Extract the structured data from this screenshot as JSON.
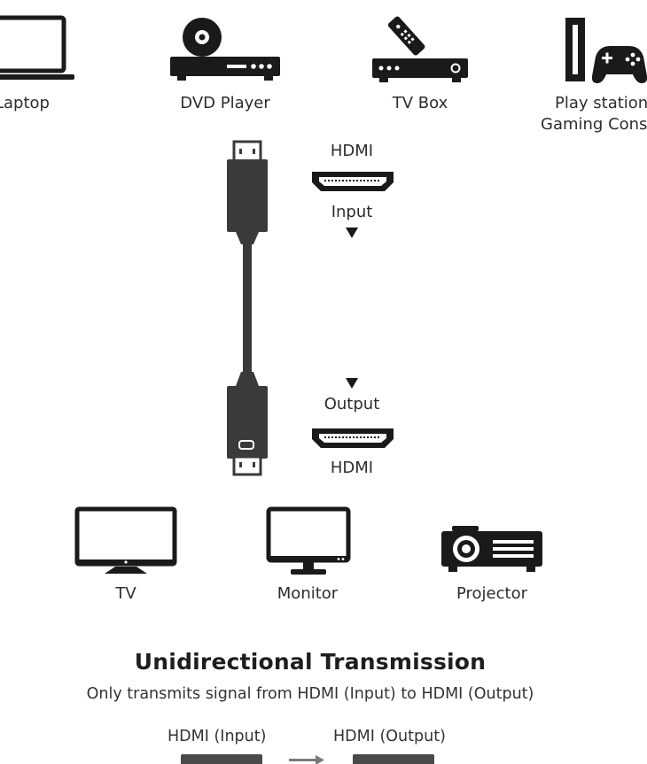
{
  "sources": [
    {
      "label": "Laptop",
      "icon": "laptop-icon"
    },
    {
      "label": "DVD Player",
      "icon": "dvd-player-icon"
    },
    {
      "label": "TV Box",
      "icon": "tv-box-icon"
    },
    {
      "label_line1": "Play station",
      "label_line2": "Gaming Cons",
      "icon": "game-console-icon"
    }
  ],
  "connector": {
    "top_label": "HDMI",
    "input_label": "Input",
    "output_label": "Output",
    "bottom_label": "HDMI"
  },
  "displays": [
    {
      "label": "TV",
      "icon": "tv-icon"
    },
    {
      "label": "Monitor",
      "icon": "monitor-icon"
    },
    {
      "label": "Projector",
      "icon": "projector-icon"
    }
  ],
  "footer": {
    "title": "Unidirectional Transmission",
    "subtitle": "Only transmits signal from HDMI (Input) to HDMI (Output)",
    "flow_input": "HDMI (Input)",
    "flow_output": "HDMI (Output)"
  },
  "colors": {
    "icon": "#1a1a1a",
    "cable": "#3a3a3a",
    "text": "#2d2d2d"
  }
}
